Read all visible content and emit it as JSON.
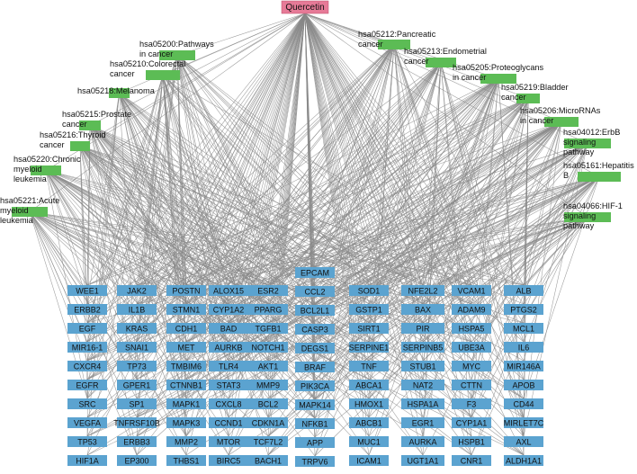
{
  "center": {
    "label": "Quercetin",
    "color": "#e67a97"
  },
  "colors": {
    "gene": "#5ba3d0",
    "pathway": "#5cbc55",
    "edge": "#8a8a8a"
  },
  "pathways": [
    {
      "lines": [
        "hsa05200:Pathways",
        "in cancer"
      ]
    },
    {
      "lines": [
        "hsa05210:Colorectal",
        "cancer"
      ]
    },
    {
      "lines": [
        "hsa05218:Melanoma"
      ]
    },
    {
      "lines": [
        "hsa05215:Prostate",
        "cancer"
      ]
    },
    {
      "lines": [
        "hsa05216:Thyroid",
        "cancer"
      ]
    },
    {
      "lines": [
        "hsa05220:Chronic",
        "myeloid",
        "leukemia"
      ]
    },
    {
      "lines": [
        "hsa05221:Acute",
        "myeloid",
        "leukemia"
      ]
    },
    {
      "lines": [
        "hsa05212:Pancreatic",
        "cancer"
      ]
    },
    {
      "lines": [
        "hsa05213:Endometrial",
        "cancer"
      ]
    },
    {
      "lines": [
        "hsa05205:Proteoglycans",
        "in cancer"
      ]
    },
    {
      "lines": [
        "hsa05219:Bladder",
        "cancer"
      ]
    },
    {
      "lines": [
        "hsa05206:MicroRNAs",
        "in cancer"
      ]
    },
    {
      "lines": [
        "hsa04012:ErbB",
        "signaling",
        "pathway"
      ]
    },
    {
      "lines": [
        "hsa05161:Hepatitis",
        "B"
      ]
    },
    {
      "lines": [
        "hsa04066:HIF-1",
        "signaling",
        "pathway"
      ]
    }
  ],
  "genes": [
    [
      "WEE1",
      "ERBB2",
      "EGF",
      "MIR16-1",
      "CXCR4",
      "EGFR",
      "SRC",
      "VEGFA",
      "TP53",
      "HIF1A"
    ],
    [
      "JAK2",
      "IL1B",
      "KRAS",
      "SNAI1",
      "TP73",
      "GPER1",
      "SP1",
      "TNFRSF10B",
      "ERBB3",
      "EP300"
    ],
    [
      "POSTN",
      "STMN1",
      "CDH1",
      "MET",
      "TMBIM6",
      "CTNNB1",
      "MAPK1",
      "MAPK3",
      "MMP2",
      "THBS1"
    ],
    [
      "ALOX15",
      "CYP1A2",
      "BAD",
      "AURKB",
      "TLR4",
      "STAT3",
      "CXCL8",
      "CCND1",
      "MTOR",
      "BIRC5"
    ],
    [
      "ESR2",
      "PPARG",
      "TGFB1",
      "NOTCH1",
      "AKT1",
      "MMP9",
      "BCL2",
      "CDKN1A",
      "TCF7L2",
      "BACH1"
    ],
    [
      "EPCAM",
      "CCL2",
      "BCL2L1",
      "CASP3",
      "DEGS1",
      "BRAF",
      "PIK3CA",
      "MAPK14",
      "NFKB1",
      "APP",
      "TRPV6"
    ],
    [
      "SOD1",
      "GSTP1",
      "SIRT1",
      "SERPINE1",
      "TNF",
      "ABCA1",
      "HMOX1",
      "ABCB1",
      "MUC1",
      "ICAM1"
    ],
    [
      "NFE2L2",
      "BAX",
      "PIR",
      "SERPINB5",
      "STUB1",
      "NAT2",
      "HSPA1A",
      "EGR1",
      "AURKA",
      "UGT1A1"
    ],
    [
      "VCAM1",
      "ADAM9",
      "HSPA5",
      "UBE3A",
      "MYC",
      "CTTN",
      "F3",
      "CYP1A1",
      "HSPB1",
      "CNR1"
    ],
    [
      "ALB",
      "PTGS2",
      "MCL1",
      "IL6",
      "MIR146A",
      "APOB",
      "CD44",
      "MIRLET7C",
      "AXL",
      "ALDH1A1"
    ]
  ]
}
